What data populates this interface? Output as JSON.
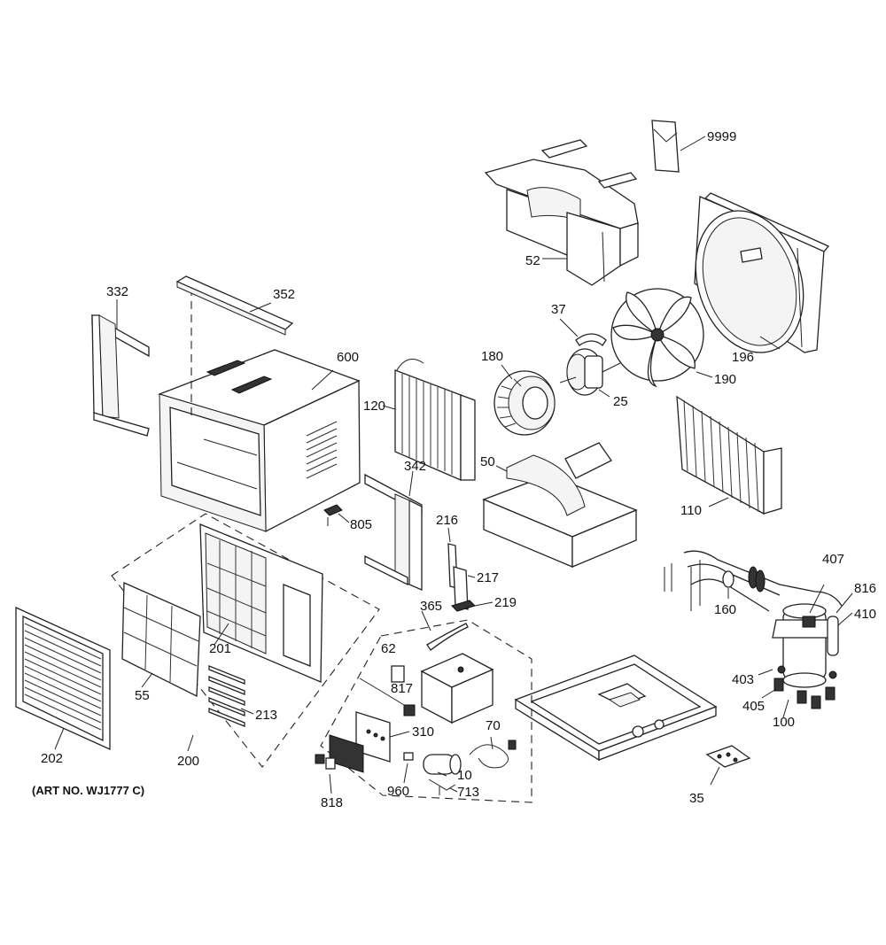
{
  "diagram": {
    "caption": "(ART NO. WJ1777 C)",
    "callouts": {
      "p9999": "9999",
      "p52": "52",
      "p196": "196",
      "p37": "37",
      "p180": "180",
      "p25": "25",
      "p190": "190",
      "p332": "332",
      "p352": "352",
      "p600": "600",
      "p120": "120",
      "p342": "342",
      "p50": "50",
      "p110": "110",
      "p805": "805",
      "p216": "216",
      "p217": "217",
      "p219": "219",
      "p365": "365",
      "p407": "407",
      "p816": "816",
      "p410": "410",
      "p160": "160",
      "p62": "62",
      "p817": "817",
      "p201": "201",
      "p55": "55",
      "p213": "213",
      "p403": "403",
      "p405": "405",
      "p100": "100",
      "p310": "310",
      "p70": "70",
      "p202": "202",
      "p200": "200",
      "p10": "10",
      "p960": "960",
      "p713": "713",
      "p818": "818",
      "p35": "35"
    }
  }
}
